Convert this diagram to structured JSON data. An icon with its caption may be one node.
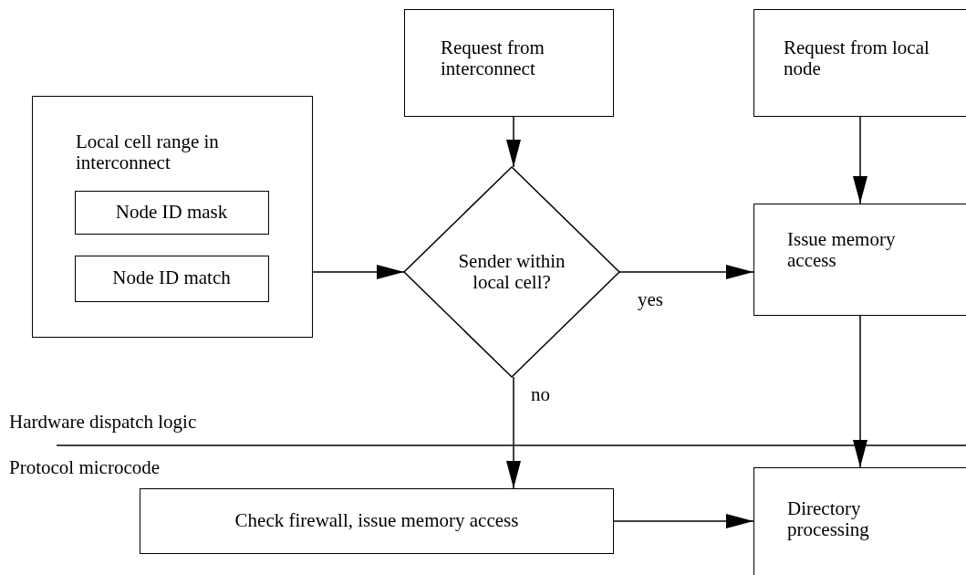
{
  "diagram": {
    "nodes": [
      {
        "text": [
          "Request from interconnect"
        ]
      },
      {
        "text": [
          "Request from local node"
        ]
      },
      {
        "text": [
          "Local cell range in interconnect"
        ]
      },
      {
        "text": [
          "Node ID mask"
        ],
        "in": 2
      },
      {
        "text": [
          "Node ID match"
        ],
        "in": 2
      },
      {
        "text": [
          "Sender within local cell?"
        ]
      },
      {
        "text": [
          "Issue memory access"
        ]
      },
      {
        "text": [
          "Check firewall, issue memory access"
        ]
      },
      {
        "text": [
          "Directory processing"
        ]
      }
    ],
    "edges": [
      {
        "from": 0,
        "to": 5,
        "arrow": "to"
      },
      {
        "from": 1,
        "to": 6,
        "arrow": "to"
      },
      {
        "from": 2,
        "to": 5,
        "arrow": "to"
      },
      {
        "from": 5,
        "to": 6,
        "arrow": "to",
        "label": "yes"
      },
      {
        "from": 5,
        "to": 7,
        "arrow": "to",
        "label": "no"
      },
      {
        "from": 6,
        "to": 8,
        "arrow": "to"
      },
      {
        "from": 7,
        "to": 8,
        "arrow": "to"
      }
    ],
    "labels": [
      "Hardware dispatch logic",
      "Protocol microcode"
    ]
  }
}
